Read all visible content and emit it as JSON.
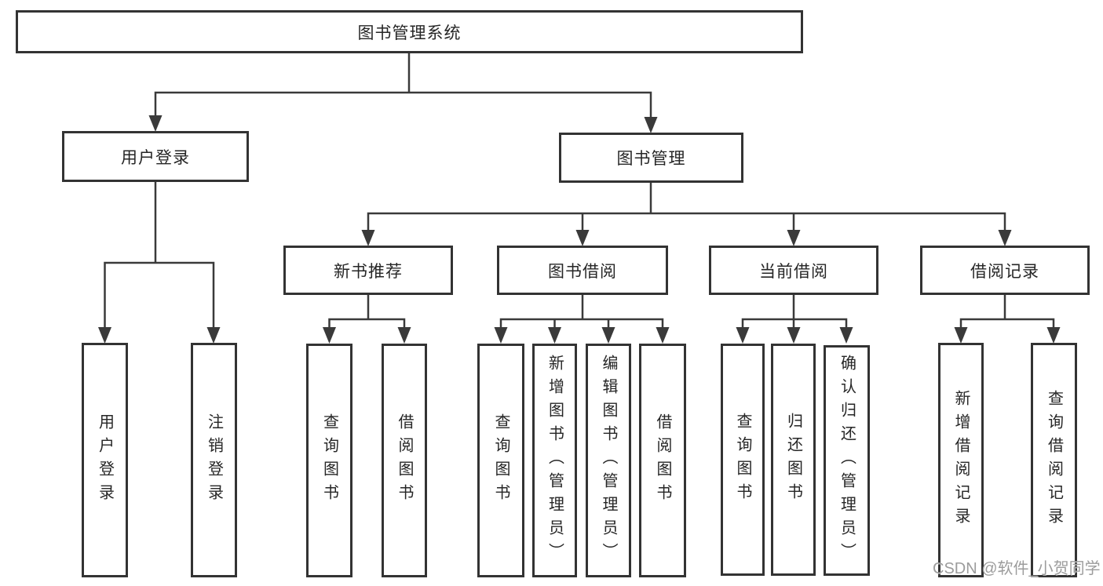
{
  "diagram_title": "图书管理系统",
  "tree": {
    "label": "图书管理系统",
    "children": [
      {
        "label": "用户登录",
        "children": [
          {
            "label": "用户登录"
          },
          {
            "label": "注销登录"
          }
        ]
      },
      {
        "label": "图书管理",
        "children": [
          {
            "label": "新书推荐",
            "children": [
              {
                "label": "查询图书"
              },
              {
                "label": "借阅图书"
              }
            ]
          },
          {
            "label": "图书借阅",
            "children": [
              {
                "label": "查询图书"
              },
              {
                "label": "新增图书（管理员）"
              },
              {
                "label": "编辑图书（管理员）"
              },
              {
                "label": "借阅图书"
              }
            ]
          },
          {
            "label": "当前借阅",
            "children": [
              {
                "label": "查询图书"
              },
              {
                "label": "归还图书"
              },
              {
                "label": "确认归还（管理员）"
              }
            ]
          },
          {
            "label": "借阅记录",
            "children": [
              {
                "label": "新增借阅记录"
              },
              {
                "label": "查询借阅记录"
              }
            ]
          }
        ]
      }
    ]
  },
  "colors": {
    "line": "#3a3a3a",
    "border": "#333333",
    "text": "#262626",
    "background": "#ffffff",
    "watermark": "#9c9c9c"
  },
  "watermark": {
    "text": "CSDN @软件_小贺同学"
  }
}
